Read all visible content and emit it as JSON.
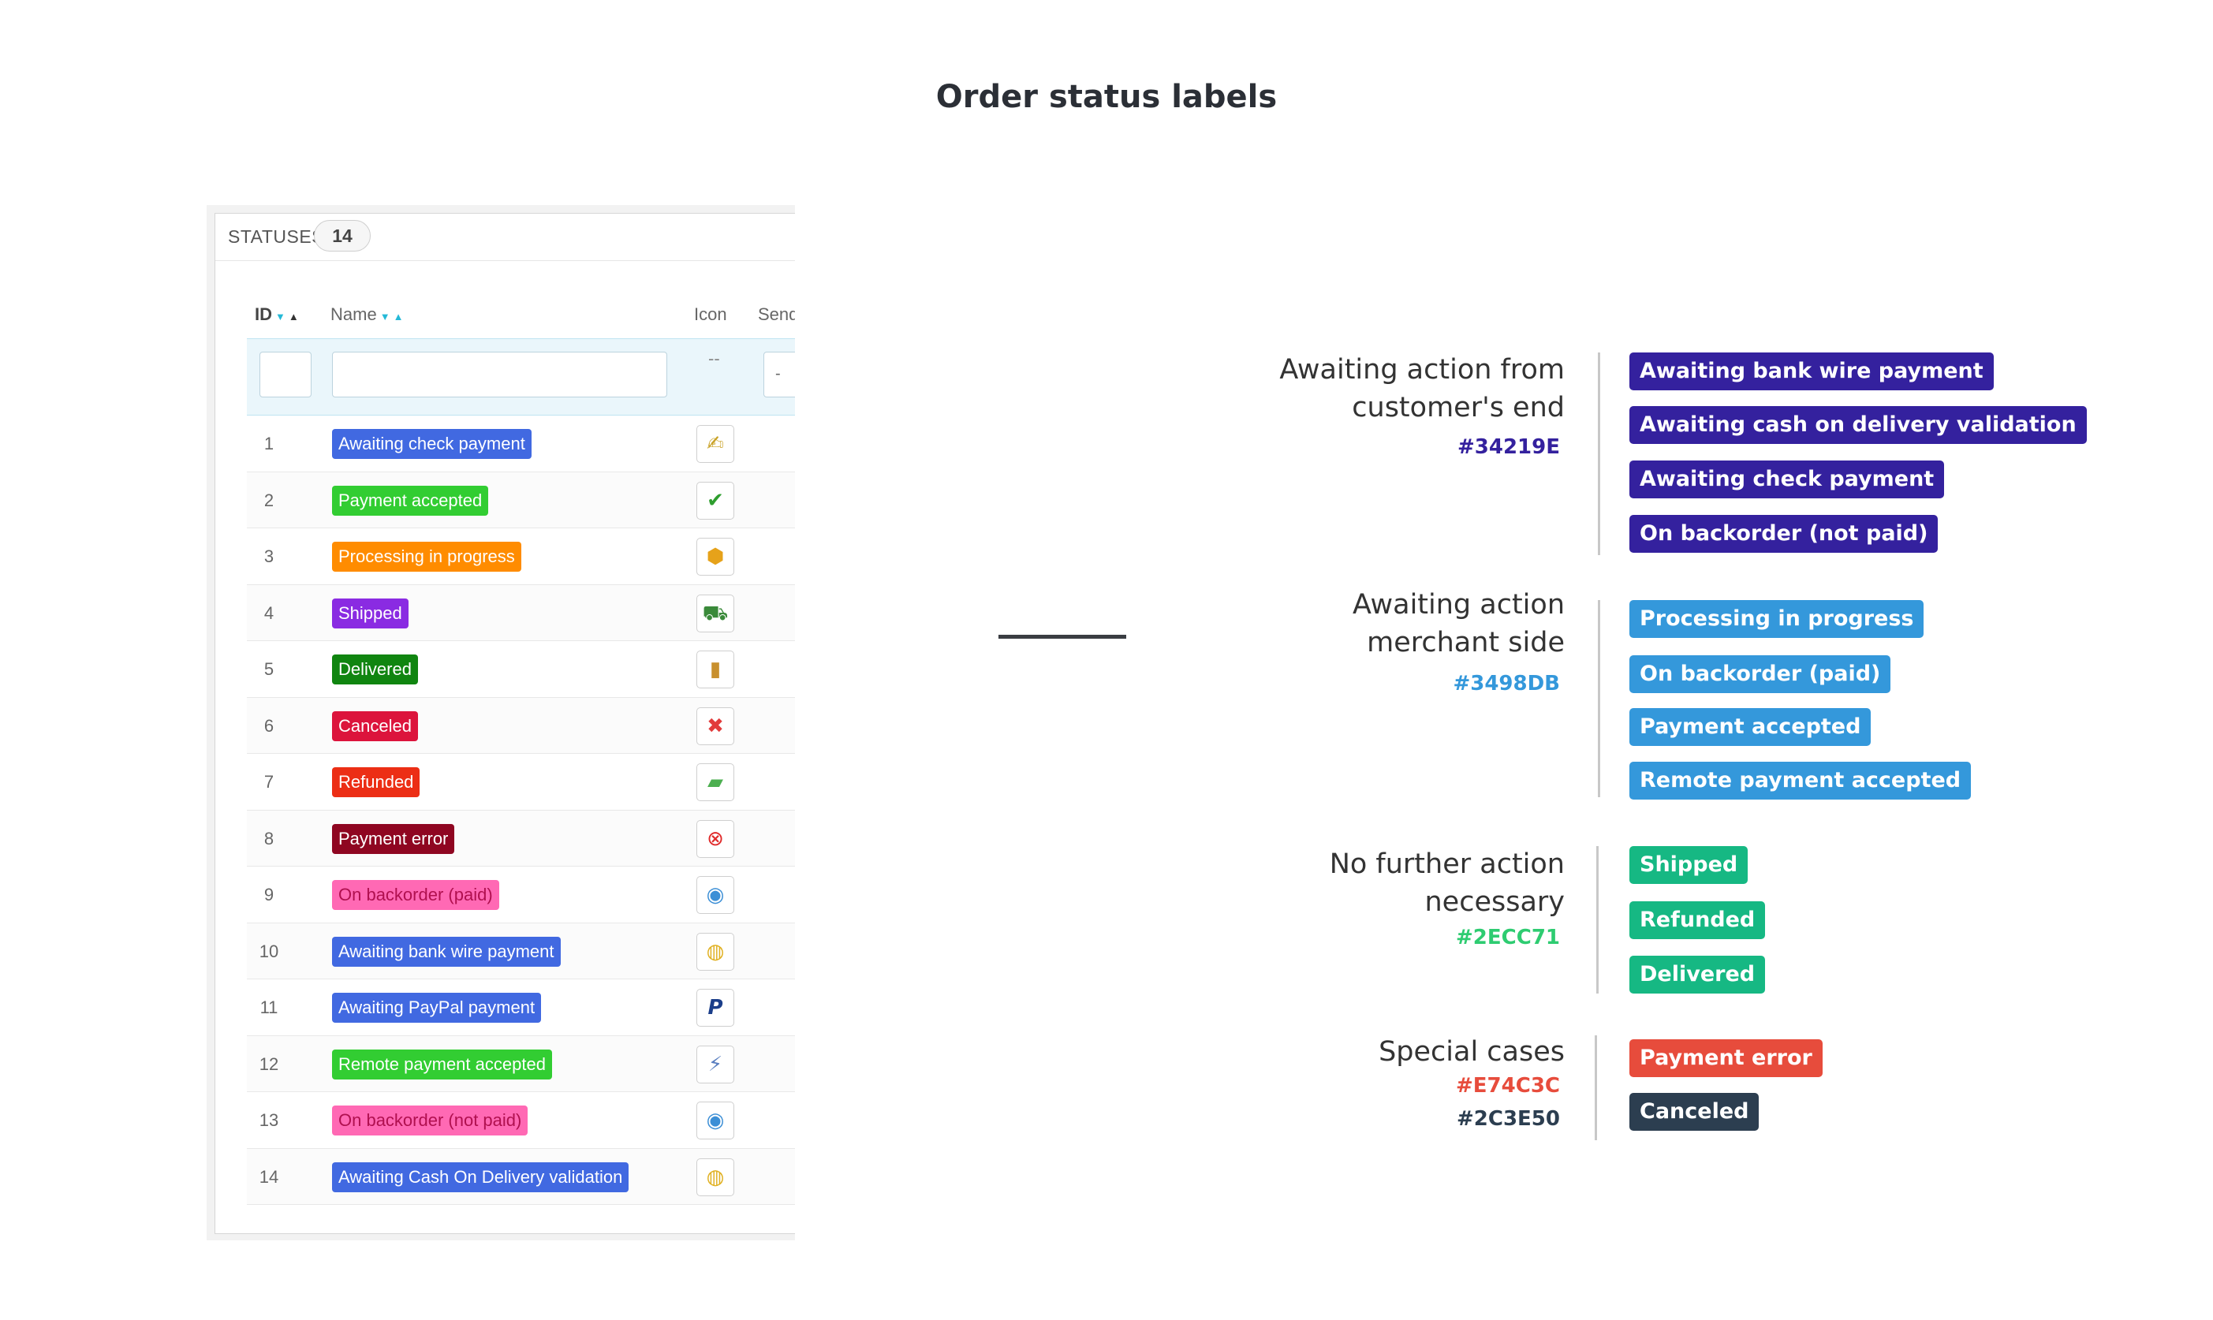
{
  "page_title": "Order status labels",
  "panel": {
    "title": "STATUSES",
    "count": "14",
    "columns": {
      "id": "ID",
      "name": "Name",
      "icon": "Icon",
      "send": "Send"
    },
    "filter": {
      "icon_placeholder": "--",
      "send_value": "-"
    },
    "rows": [
      {
        "id": "1",
        "name": "Awaiting check payment",
        "color": "#4169E1",
        "text_color": "#ffffff",
        "icon": "check-payment-icon",
        "glyph": "✍",
        "glyph_color": "#c9a227"
      },
      {
        "id": "2",
        "name": "Payment accepted",
        "color": "#32CD32",
        "text_color": "#ffffff",
        "icon": "checkmark-icon",
        "glyph": "✔",
        "glyph_color": "#2e9e2e"
      },
      {
        "id": "3",
        "name": "Processing in progress",
        "color": "#FF8C00",
        "text_color": "#ffffff",
        "icon": "package-icon",
        "glyph": "⬢",
        "glyph_color": "#e6a21a"
      },
      {
        "id": "4",
        "name": "Shipped",
        "color": "#8A2BE2",
        "text_color": "#ffffff",
        "icon": "truck-icon",
        "glyph": "⛟",
        "glyph_color": "#3a8a3a"
      },
      {
        "id": "5",
        "name": "Delivered",
        "color": "#108510",
        "text_color": "#ffffff",
        "icon": "box-icon",
        "glyph": "▮",
        "glyph_color": "#c8902e"
      },
      {
        "id": "6",
        "name": "Canceled",
        "color": "#DC143C",
        "text_color": "#ffffff",
        "icon": "cross-icon",
        "glyph": "✖",
        "glyph_color": "#e23b3b"
      },
      {
        "id": "7",
        "name": "Refunded",
        "color": "#ec2e15",
        "text_color": "#ffffff",
        "icon": "money-icon",
        "glyph": "▰",
        "glyph_color": "#4caf50"
      },
      {
        "id": "8",
        "name": "Payment error",
        "color": "#8f0621",
        "text_color": "#ffffff",
        "icon": "error-circle-icon",
        "glyph": "⊗",
        "glyph_color": "#e02a2a"
      },
      {
        "id": "9",
        "name": "On backorder (paid)",
        "color": "#FF69B4",
        "text_color": "#b0104f",
        "icon": "refresh-globe-icon",
        "glyph": "◉",
        "glyph_color": "#3c8fd6"
      },
      {
        "id": "10",
        "name": "Awaiting bank wire payment",
        "color": "#4169E1",
        "text_color": "#ffffff",
        "icon": "coins-icon",
        "glyph": "◍",
        "glyph_color": "#e0b020"
      },
      {
        "id": "11",
        "name": "Awaiting PayPal payment",
        "color": "#4169E1",
        "text_color": "#ffffff",
        "icon": "paypal-icon",
        "glyph": "P",
        "glyph_color": "#1b3e8a"
      },
      {
        "id": "12",
        "name": "Remote payment accepted",
        "color": "#32CD32",
        "text_color": "#ffffff",
        "icon": "connector-icon",
        "glyph": "⚡",
        "glyph_color": "#5a7fc0"
      },
      {
        "id": "13",
        "name": "On backorder (not paid)",
        "color": "#FF69B4",
        "text_color": "#b0104f",
        "icon": "refresh-globe-icon",
        "glyph": "◉",
        "glyph_color": "#3c8fd6"
      },
      {
        "id": "14",
        "name": "Awaiting Cash On Delivery validation",
        "color": "#4169E1",
        "text_color": "#ffffff",
        "icon": "coins-icon",
        "glyph": "◍",
        "glyph_color": "#e0b020"
      }
    ]
  },
  "groups": [
    {
      "label_lines": [
        "Awaiting action from",
        "customer's end"
      ],
      "hex": [
        {
          "text": "#34219E",
          "color": "#34219E"
        }
      ],
      "color": "#34219E",
      "pills": [
        "Awaiting bank wire payment",
        "Awaiting cash on delivery validation",
        "Awaiting check payment",
        "On backorder (not paid)"
      ]
    },
    {
      "label_lines": [
        "Awaiting action",
        "merchant side"
      ],
      "hex": [
        {
          "text": "#3498DB",
          "color": "#3498DB"
        }
      ],
      "color": "#3498DB",
      "pills": [
        "Processing in progress",
        "On backorder (paid)",
        "Payment accepted",
        "Remote payment accepted"
      ]
    },
    {
      "label_lines": [
        "No further action",
        "necessary"
      ],
      "hex": [
        {
          "text": "#2ECC71",
          "color": "#2ECC71"
        }
      ],
      "color": "#16b883",
      "pills": [
        "Shipped",
        "Refunded",
        "Delivered"
      ]
    },
    {
      "label_lines": [
        "Special cases"
      ],
      "hex": [
        {
          "text": "#E74C3C",
          "color": "#E74C3C"
        },
        {
          "text": "#2C3E50",
          "color": "#2C3E50"
        }
      ],
      "color": null,
      "pills": [
        {
          "text": "Payment error",
          "color": "#E74C3C"
        },
        {
          "text": "Canceled",
          "color": "#2C3E50"
        }
      ]
    }
  ]
}
